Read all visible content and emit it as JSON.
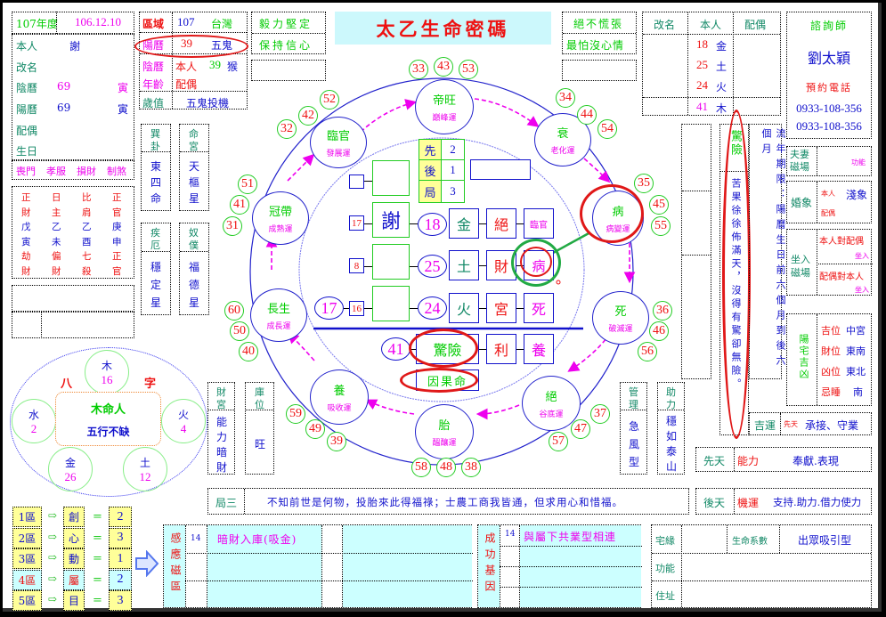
{
  "title": "太乙生命密碼",
  "year_box": {
    "label": "107年度",
    "date": "106.12.10"
  },
  "person": {
    "self_label": "本人",
    "self_value": "謝",
    "rename_label": "改名",
    "lunar_label": "陰曆",
    "lunar_num": "69",
    "lunar_branch": "寅",
    "solar_label": "陽曆",
    "solar_num": "69",
    "solar_branch": "寅",
    "spouse_label": "配偶",
    "birthday_label": "生日"
  },
  "taboos": [
    "喪門",
    "孝服",
    "損財",
    "制煞"
  ],
  "bazi": {
    "rows": [
      [
        "正",
        "日",
        "比",
        "正"
      ],
      [
        "財",
        "主",
        "肩",
        "官"
      ],
      [
        "戊",
        "乙",
        "乙",
        "庚"
      ],
      [
        "寅",
        "未",
        "酉",
        "申"
      ],
      [
        "劫",
        "偏",
        "七",
        "正"
      ],
      [
        "財",
        "財",
        "殺",
        "官"
      ]
    ]
  },
  "region": {
    "label": "區域",
    "code": "107",
    "place": "台灣",
    "solar_label": "陽曆",
    "solar_num": "39",
    "solar_value": "五鬼",
    "lunar_label": "陰曆",
    "lunar_self": "本人",
    "lunar_num": "39",
    "lunar_zodiac": "猴",
    "age_label": "年齡",
    "age_spouse": "配偶",
    "duty_label": "歲值",
    "duty_value": "五鬼投機"
  },
  "gua": {
    "label1": "巽",
    "label2": "卦",
    "v1": "東",
    "v2": "四",
    "v3": "命"
  },
  "minggong": {
    "label1": "命",
    "label2": "宮",
    "v1": "天",
    "v2": "樞",
    "v3": "星"
  },
  "jie": {
    "label1": "疾",
    "label2": "厄",
    "v1": "穩",
    "v2": "定",
    "v3": "星"
  },
  "nupu": {
    "label1": "奴",
    "label2": "僕",
    "v1": "福",
    "v2": "德",
    "v3": "星"
  },
  "motto_left": [
    "毅力堅定",
    "保持信心"
  ],
  "motto_right": [
    "絕不慌張",
    "最怕沒心情"
  ],
  "wuxing": {
    "chars": [
      "八",
      "字"
    ],
    "wood": {
      "n": "木",
      "v": "16"
    },
    "water": {
      "n": "水",
      "v": "2"
    },
    "fire": {
      "n": "火",
      "v": "4"
    },
    "metal": {
      "n": "金",
      "v": "26"
    },
    "earth": {
      "n": "土",
      "v": "12"
    },
    "center_title": "木命人",
    "center_sub": "五行不缺"
  },
  "stages": [
    {
      "name": "帝旺",
      "sub": "巔峰運"
    },
    {
      "name": "衰",
      "sub": "老化運"
    },
    {
      "name": "病",
      "sub": "病變運"
    },
    {
      "name": "死",
      "sub": "破滅運"
    },
    {
      "name": "絕",
      "sub": "谷底運"
    },
    {
      "name": "胎",
      "sub": "醞釀運"
    },
    {
      "name": "養",
      "sub": "吸收運"
    },
    {
      "name": "長生",
      "sub": "成長運"
    },
    {
      "name": "冠帶",
      "sub": "成熟運"
    },
    {
      "name": "臨官",
      "sub": "發展運"
    }
  ],
  "ages": {
    "top": [
      "33",
      "43",
      "53"
    ],
    "tr": [
      "34",
      "44",
      "54"
    ],
    "r": [
      "35",
      "45",
      "55"
    ],
    "r2": [
      "36",
      "46",
      "56"
    ],
    "br": [
      "37",
      "47",
      "57"
    ],
    "b": [
      "58",
      "48",
      "38"
    ],
    "bl": [
      "59",
      "49",
      "39"
    ],
    "l": [
      "60",
      "50",
      "40"
    ],
    "l2": [
      "51",
      "41",
      "31"
    ],
    "tl": [
      "52",
      "42",
      "32"
    ]
  },
  "center": {
    "xian": "先",
    "xian_v": "2",
    "hou": "後",
    "hou_v": "1",
    "ju": "局",
    "ju_v": "3",
    "row1": {
      "num": "17",
      "name": "謝",
      "oval": "18",
      "a": "金",
      "b": "絕",
      "c": "臨官"
    },
    "row2": {
      "num": "8",
      "oval": "25",
      "a": "土",
      "b": "財",
      "c": "病"
    },
    "row3": {
      "outer": "17",
      "num": "16",
      "oval": "24",
      "a": "火",
      "b": "宮",
      "c": "死"
    },
    "row4": {
      "oval": "41",
      "a": "驚險",
      "b": "利",
      "c": "養"
    },
    "fate": "因果命"
  },
  "caigong": {
    "label1": "財",
    "label2": "宮",
    "v": [
      "能",
      "力",
      "暗",
      "財"
    ]
  },
  "kuwei": {
    "label1": "庫",
    "label2": "位",
    "v": "旺"
  },
  "guanli": {
    "label1": "管",
    "label2": "理",
    "v": [
      "急",
      "風",
      "型"
    ]
  },
  "zhuli": {
    "label1": "助",
    "label2": "力",
    "v": [
      "穩",
      "如",
      "泰",
      "山"
    ]
  },
  "names_table": {
    "headers": [
      "改名",
      "本人",
      "配偶"
    ],
    "rows": [
      {
        "num": "18",
        "el": "金"
      },
      {
        "num": "25",
        "el": "土"
      },
      {
        "num": "24",
        "el": "火"
      },
      {
        "num": "41",
        "el": "木"
      }
    ]
  },
  "consultant": {
    "label": "諮詢師",
    "name": "劉太穎",
    "booking": "預約電話",
    "phone1": "0933-108-356",
    "phone2": "0933-108-356"
  },
  "danger": {
    "label": "驚險",
    "text": "苦果徐徐佈滿天，沒得有驚卻無險。"
  },
  "liunian": "流年期限：陽曆生日前六個月到後六個月",
  "couple": {
    "label": "夫妻磁場",
    "value": "功能"
  },
  "marriage": {
    "label": "婚象",
    "self": "本人",
    "value": "淺象",
    "spouse": "配偶"
  },
  "sitin": {
    "label": "坐入磁場",
    "a": "本人對配偶",
    "a_v": "坐入",
    "b": "配偶對本人",
    "b_v": "坐入"
  },
  "house": {
    "label": "陽宅吉凶",
    "rows": [
      [
        "吉位",
        "中宮"
      ],
      [
        "財位",
        "東南"
      ],
      [
        "凶位",
        "東北"
      ],
      [
        "忌睡",
        "南"
      ]
    ]
  },
  "luck": {
    "label": "吉運",
    "pre": "先天",
    "value": "承接、守業"
  },
  "innate": {
    "label": "先天",
    "key": "能力",
    "value": "奉獻.表現"
  },
  "acquired": {
    "label": "後天",
    "key": "機運",
    "value": "支持.助力.借力使力"
  },
  "ju3": {
    "label": "局三",
    "text": "不知前世是何物，投胎來此得福祿；士農工商我皆通，但求用心和惜福。"
  },
  "zones": [
    {
      "z": "1區",
      "w": "創",
      "v": "2"
    },
    {
      "z": "2區",
      "w": "心",
      "v": "3"
    },
    {
      "z": "3區",
      "w": "動",
      "v": "1"
    },
    {
      "z": "4區",
      "w": "屬",
      "v": "2"
    },
    {
      "z": "5區",
      "w": "目",
      "v": "3"
    }
  ],
  "ganying": {
    "label": "感應磁區",
    "num": "14",
    "text": "暗財入庫(吸金)"
  },
  "chenggong": {
    "label": "成功基因",
    "num": "14",
    "text": "與屬下共業型相連"
  },
  "zhaiyuan": {
    "label": "宅緣",
    "life_label": "生命系數",
    "life_value": "出眾吸引型",
    "func_label": "功能",
    "addr_label": "住址"
  }
}
